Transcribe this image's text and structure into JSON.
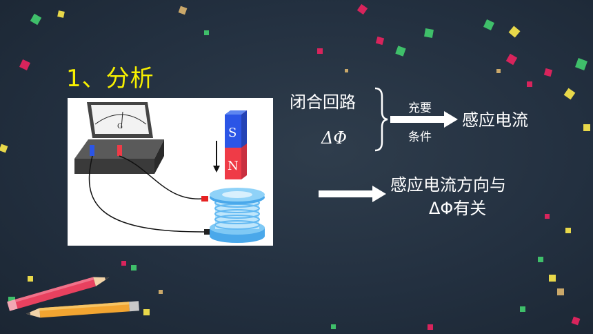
{
  "slide": {
    "title": "1、分析",
    "condition_1": "闭合回路",
    "condition_2": "ΔΦ",
    "arrow_top_label": "充要",
    "arrow_bottom_label": "条件",
    "result_1": "感应电流",
    "result_2_line1": "感应电流方向与",
    "result_2_line2": "ΔΦ有关"
  },
  "diagram": {
    "magnet_top_label": "S",
    "magnet_bottom_label": "N",
    "meter_label": "G"
  },
  "colors": {
    "background": "#233040",
    "title": "#f7f000",
    "text": "#ffffff",
    "magnet_s": "#2b55e6",
    "magnet_n": "#ef3b47",
    "coil": "#63b9f2"
  }
}
